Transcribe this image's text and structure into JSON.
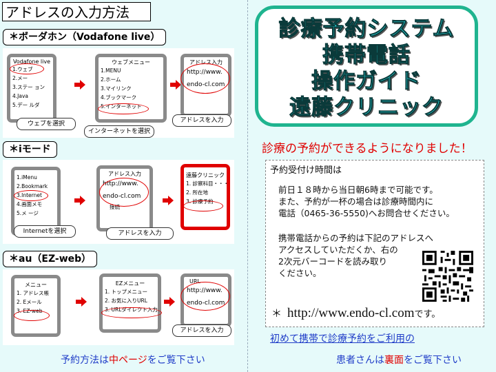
{
  "heading": "アドレスの入力方法",
  "sections": {
    "vodafone": {
      "label": "＊ボーダホン（Vodafone live）",
      "phone1": {
        "title": "Vodafone live",
        "items": [
          "1.ウェブ",
          "2.メー",
          "3.ステー   ョン",
          "4.Java",
          "5.デー      ルダ"
        ]
      },
      "phone2": {
        "title": "ウェブメニュー",
        "items": [
          "1.MENU",
          "2.ホーム",
          "3.マイリンク",
          "4.ブックマーク",
          "5.インターネット"
        ]
      },
      "phone3": {
        "title": "アドレス入力",
        "lines": [
          "http://www.",
          "endo-cl.com"
        ]
      },
      "callout1": "ウェブを選択",
      "callout2": "インターネットを選択",
      "callout3": "アドレスを入力"
    },
    "imode": {
      "label": "＊iモード",
      "phone1": {
        "items": [
          "1.iMenu",
          "2.Bookmark",
          "3.Internet",
          "4.画面メモ",
          "5.メ      ージ"
        ]
      },
      "phone2": {
        "title": "アドレス入力",
        "lines": [
          "http://www.",
          "endo-cl.com",
          "",
          "接続"
        ]
      },
      "phone3": {
        "title": "遠藤クリニック",
        "items": [
          "1. 診察科目・・・",
          "2. 所在地",
          "3. 診療予約"
        ]
      },
      "callout1": "Internetを選択",
      "callout2": "アドレスを入力"
    },
    "au": {
      "label": "＊au（EZ-web）",
      "phone1": {
        "title": "メニュー",
        "items": [
          "1. アドレス帳",
          "2. Eメール",
          "3. EZ-web"
        ]
      },
      "phone2": {
        "title": "EZメニュー",
        "items": [
          "1. トップメニュー",
          "2. お気に入りURL",
          "3. URLダイレクト入力"
        ]
      },
      "phone3": {
        "title": "URL",
        "lines": [
          "http://www.",
          "endo-cl.com"
        ]
      },
      "callout1": "アドレスを入力"
    }
  },
  "left_footer": {
    "pre": "予約方法は",
    "mid": "中ページ",
    "post": "をご覧下さい"
  },
  "big_title": [
    "診療予約システム",
    "携帯電話",
    "操作ガイド",
    "遠藤クリニック"
  ],
  "headline": "診療の予約ができるようになりました！",
  "info": {
    "subtitle": "予約受付け時間は",
    "lines1": [
      "前日１８時から当日朝6時まで可能です。",
      "また、予約が一杯の場合は診療時間内に",
      "電話（0465-36-5550)へお問合せください。"
    ],
    "lines2": [
      "携帯電話からの予約は下記のアドレスへ",
      "アクセスしていただくか、右の",
      "2次元バーコードを読み取り",
      "ください。"
    ],
    "url_prefix": "＊",
    "url": "http://www.endo-cl.com",
    "url_suffix": "です。"
  },
  "first_time": "初めて携帯で診療予約をご利用の",
  "right_footer": {
    "pre": "患者さんは",
    "mid": "裏面",
    "post": "をご覧下さい"
  },
  "colors": {
    "accent_red": "#e00000",
    "teal_border": "#1fb48f",
    "title_fill": "#2de8ee",
    "link_blue": "#1f3cc8"
  }
}
